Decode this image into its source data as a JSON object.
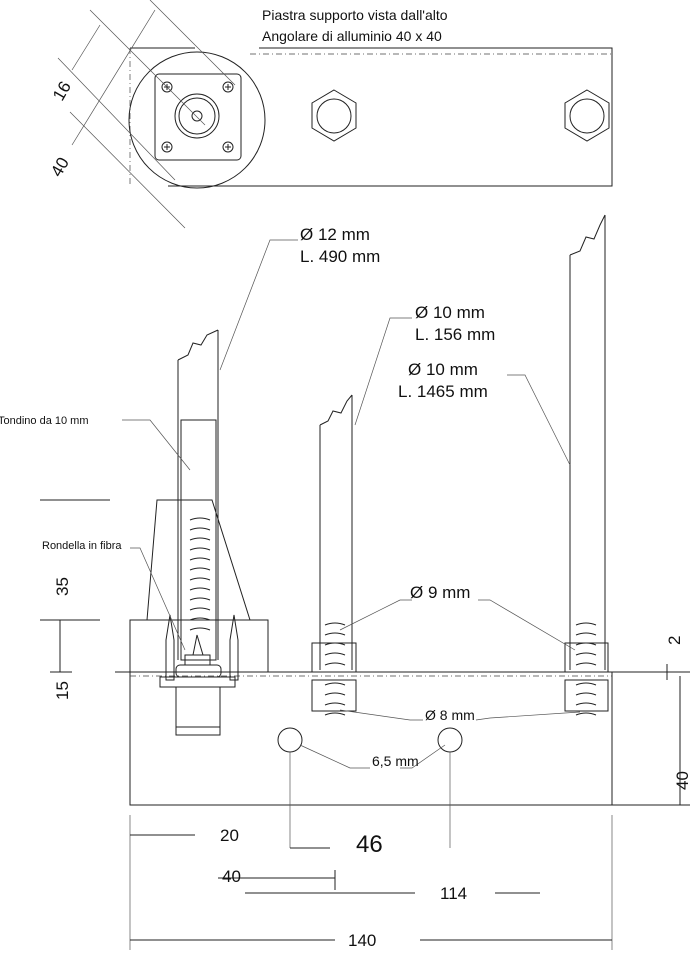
{
  "top_view": {
    "title_line1": "Piastra supporto vista dall'alto",
    "title_line2": "Angolare di alluminio 40 x 40",
    "dim_16": "16",
    "dim_40": "40"
  },
  "side_view": {
    "rod_left": {
      "diameter": "Ø 12 mm",
      "length": "L. 490 mm"
    },
    "rod_middle": {
      "diameter": "Ø 10 mm",
      "length": "L. 156 mm"
    },
    "rod_right": {
      "diameter": "Ø 10 mm",
      "length": "L. 1465 mm"
    },
    "tondino_label": "Tondino da 10 mm",
    "rondella_label": "Rondella in fibra",
    "thread_9": "Ø 9 mm",
    "thread_8": "Ø 8 mm",
    "hole_label": "6,5 mm"
  },
  "dimensions": {
    "d35": "35",
    "d15": "15",
    "d2": "2",
    "d40_right": "40",
    "d20": "20",
    "d46": "46",
    "d40_bottom": "40",
    "d114": "114",
    "d140": "140"
  }
}
